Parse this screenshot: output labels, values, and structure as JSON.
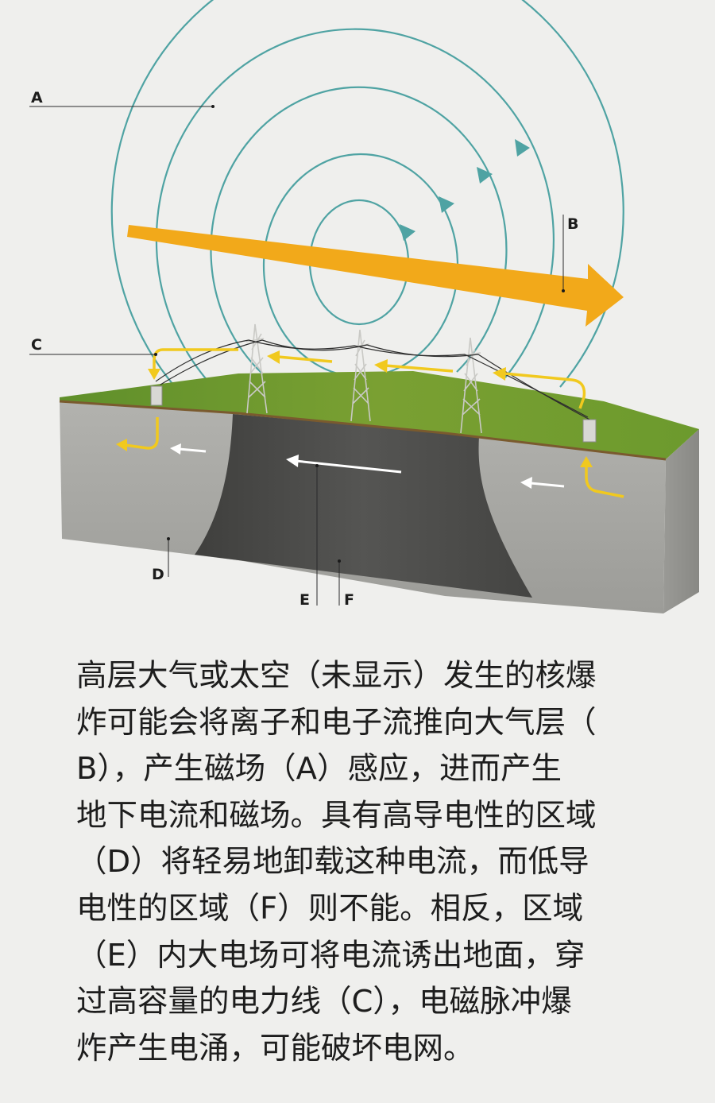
{
  "labels": {
    "a": "A",
    "b": "B",
    "c": "C",
    "d": "D",
    "e": "E",
    "f": "F"
  },
  "caption_lines": [
    "高层大气或太空（未显示）发生的核爆",
    "炸可能会将离子和电子流推向大气层（",
    "B），产生磁场（A）感应，进而产生",
    "地下电流和磁场。具有高导电性的区域",
    "（D）将轻易地卸载这种电流，而低导",
    "电性的区域（F）则不能。相反，区域",
    "（E）内大电场可将电流诱出地面，穿",
    "过高容量的电力线（C），电磁脉冲爆",
    "炸产生电涌，可能破坏电网。"
  ],
  "colors": {
    "background": "#efefed",
    "field_lines": "#4fa3a3",
    "particle_arrow": "#f2a91a",
    "current_arrow": "#f1c91e",
    "ground_arrow": "#ffffff",
    "grass": "#6f9a2c",
    "high_conductivity_rock": "#a3a3a0",
    "low_conductivity_rock": "#4a4a48"
  }
}
